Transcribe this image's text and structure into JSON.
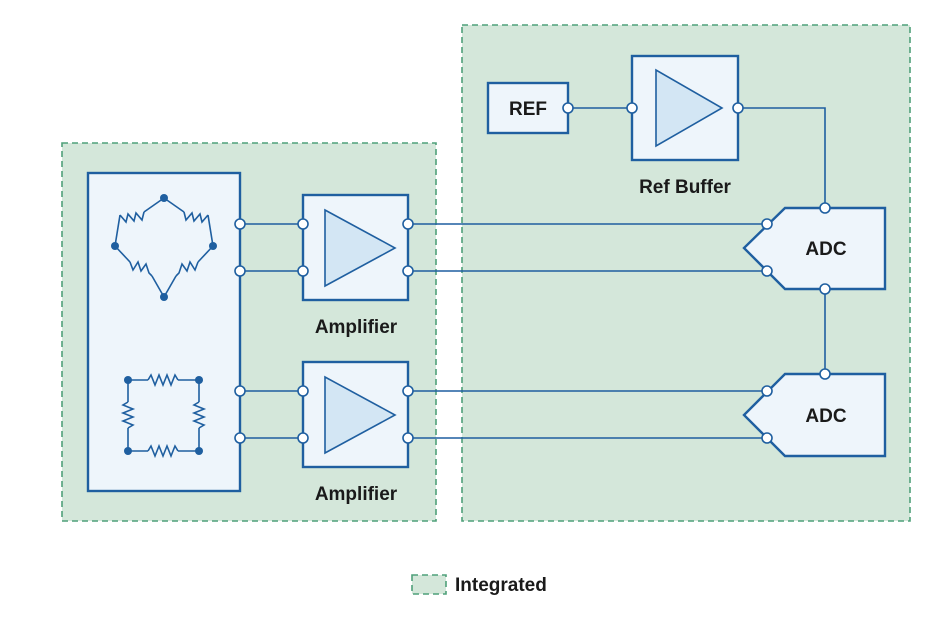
{
  "blocks": {
    "ref": "REF",
    "ref_buffer": "Ref Buffer",
    "amplifier_1": "Amplifier",
    "amplifier_2": "Amplifier",
    "adc_1": "ADC",
    "adc_2": "ADC"
  },
  "legend": {
    "label": "Integrated"
  },
  "colors": {
    "integrated_fill": "#d4e7da",
    "integrated_border": "#4fa07a",
    "wire": "#1f5fa0",
    "block_fill": "#eef5fb"
  }
}
